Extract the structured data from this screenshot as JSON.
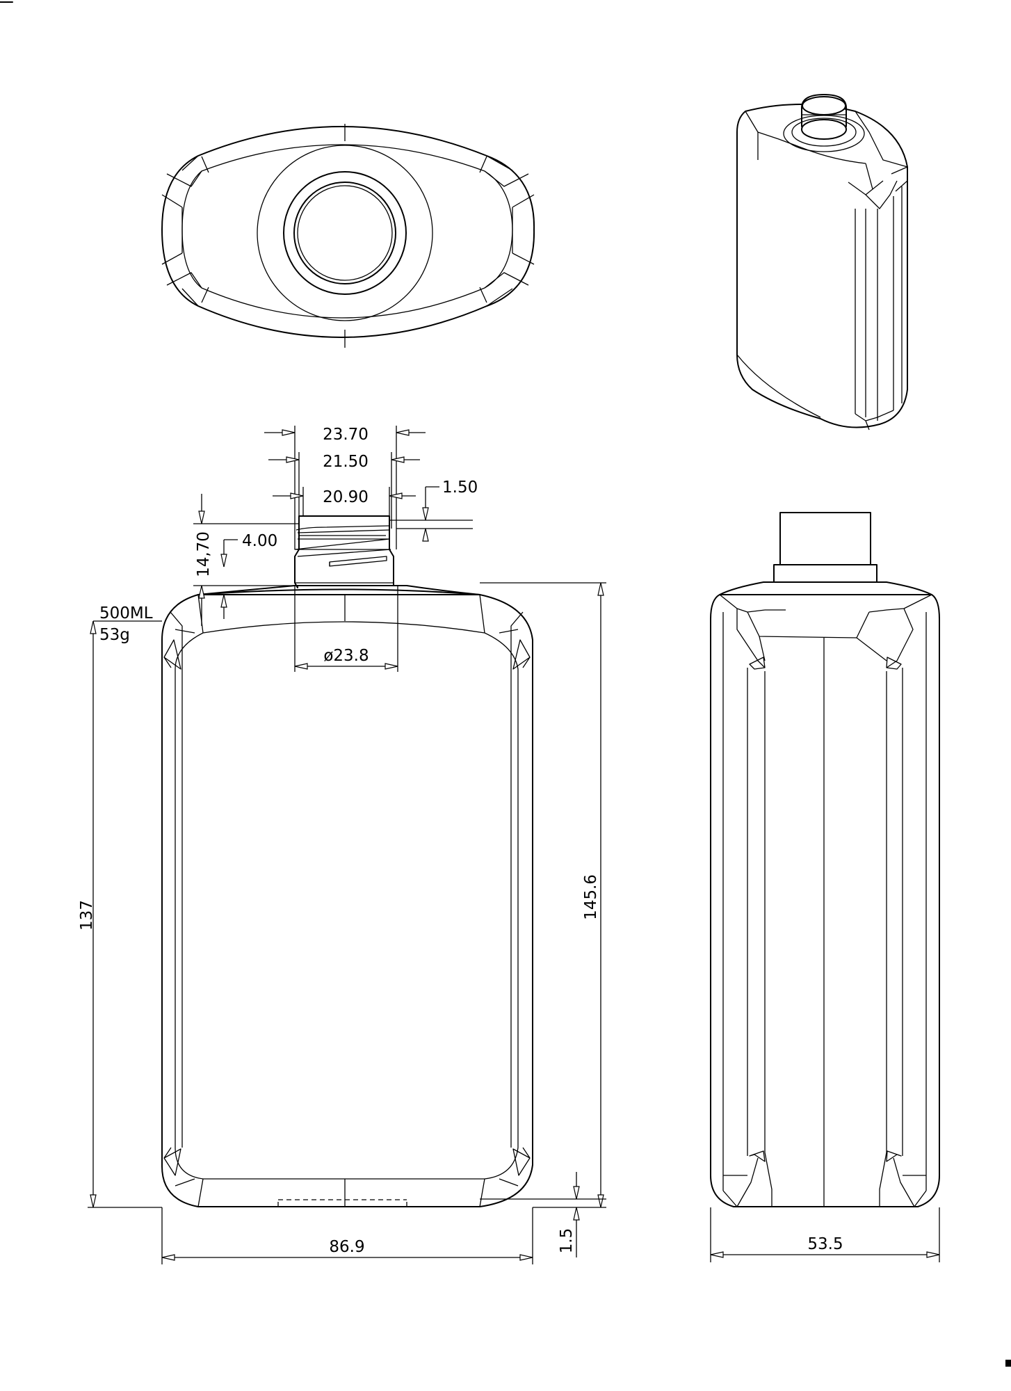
{
  "drawing": {
    "capacity": "500ML",
    "weight": "53g",
    "dimensions": {
      "neck_outer": "23.70",
      "neck_thread": "21.50",
      "neck_inner": "20.90",
      "neck_lip": "1.50",
      "neck_height": "14,70",
      "thread_start": "4.00",
      "neck_base_diameter": "ø23.8",
      "shoulder_height": "137",
      "total_height": "145.6",
      "width_front": "86.9",
      "base_recess": "1.5",
      "depth_side": "53.5"
    }
  }
}
